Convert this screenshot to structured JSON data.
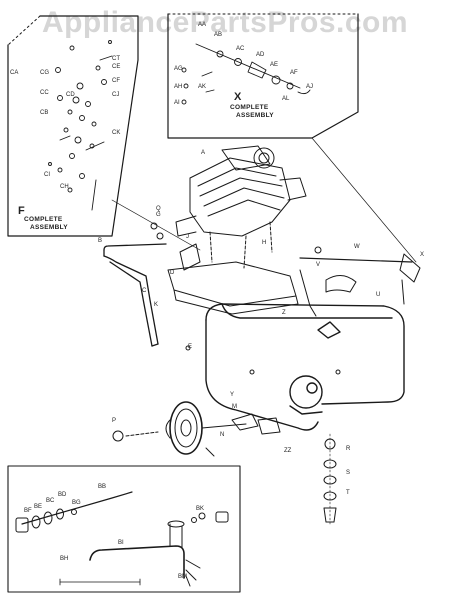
{
  "watermark": "AppliancePartsPros.com",
  "insets": {
    "f": {
      "letter": "F",
      "line1": "COMPLETE",
      "line2": "ASSEMBLY"
    },
    "x": {
      "letter": "X",
      "line1": "COMPLETE",
      "line2": "ASSEMBLY"
    }
  },
  "labels": {
    "l_a": "A",
    "l_b": "B",
    "l_c": "C",
    "l_e": "E",
    "l_g": "G",
    "l_h": "H",
    "l_k": "K",
    "l_m": "M",
    "l_n": "N",
    "l_q": "Q",
    "l_r": "R",
    "l_s": "S",
    "l_t": "T",
    "l_u": "U",
    "l_v": "V",
    "l_w": "W",
    "l_x": "X",
    "l_y": "Y",
    "l_z": "Z",
    "l_zz": "ZZ",
    "l_p": "P",
    "l_d": "D",
    "l_j": "J",
    "l_cg": "CG",
    "l_cd": "CD",
    "l_cc": "CC",
    "l_cb": "CB",
    "l_ce": "CE",
    "l_cf": "CF",
    "l_ck": "CK",
    "l_ci": "CI",
    "l_ch": "CH",
    "l_ca": "CA",
    "l_cj": "CJ",
    "l_ct": "CT",
    "l_aa": "AA",
    "l_ab": "AB",
    "l_ac": "AC",
    "l_ad": "AD",
    "l_ae": "AE",
    "l_af": "AF",
    "l_ag": "AG",
    "l_ah": "AH",
    "l_ai": "AI",
    "l_aj": "AJ",
    "l_ak": "AK",
    "l_al": "AL",
    "l_bb": "BB",
    "l_bc": "BC",
    "l_bd": "BD",
    "l_be": "BE",
    "l_bf": "BF",
    "l_bg": "BG",
    "l_bh": "BH",
    "l_bi": "BI",
    "l_bk": "BK",
    "l_bm": "BM"
  }
}
